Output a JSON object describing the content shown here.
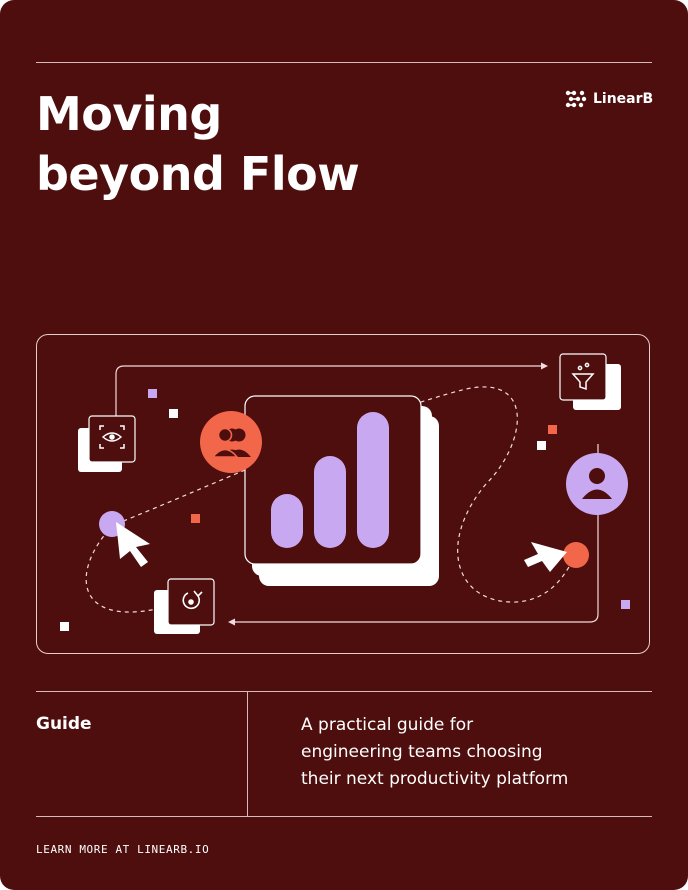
{
  "cover": {
    "title_lines": [
      "Moving",
      "beyond Flow"
    ],
    "logo_text": "LinearB",
    "label": "Guide",
    "subtitle_lines": [
      "A practical guide for",
      "engineering teams choosing",
      "their next productivity platform"
    ],
    "footer": "LEARN MORE AT LINEARB.IO"
  },
  "colors": {
    "background": "#4f0e0e",
    "purple": "#c9a8f2",
    "coral": "#f2664a",
    "white": "#ffffff"
  },
  "icons": [
    "eye-icon",
    "team-icon",
    "bar-chart-icon",
    "funnel-icon",
    "user-icon",
    "cursor-icon",
    "refresh-icon",
    "logo-icon"
  ]
}
